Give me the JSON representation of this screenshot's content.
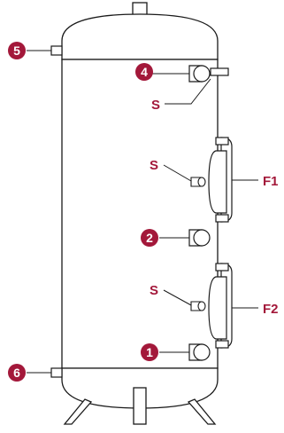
{
  "colors": {
    "accent": "#a3183a",
    "outline": "#1a1a1a",
    "fill": "#ffffff"
  },
  "connections": {
    "c1": "1",
    "c2": "2",
    "c4": "4",
    "c5": "5",
    "c6": "6"
  },
  "sensors": {
    "s_top": "S",
    "s_mid": "S",
    "s_low": "S"
  },
  "flanges": {
    "f1": "F1",
    "f2": "F2"
  }
}
